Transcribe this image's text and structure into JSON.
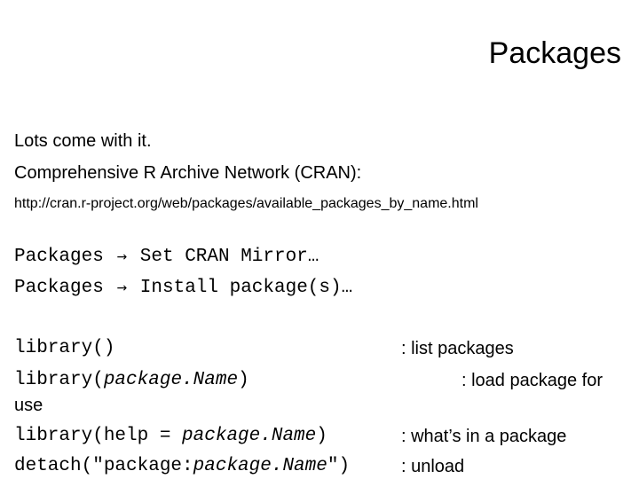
{
  "slide": {
    "title": "Packages",
    "lines": [
      "Lots come with it.",
      "Comprehensive R Archive Network (CRAN):"
    ],
    "url": "http://cran.r-project.org/web/packages/available_packages_by_name.html",
    "menu_items": [
      {
        "menu": "Packages",
        "arrow": "→",
        "item": "Set CRAN Mirror…"
      },
      {
        "menu": "Packages",
        "arrow": "→",
        "item": "Install package(s)…"
      }
    ],
    "commands": [
      {
        "code_pre": "library()",
        "code_italic": "",
        "code_post": "",
        "desc": ": list packages"
      },
      {
        "code_pre": "library(",
        "code_italic": "package.Name",
        "code_post": ")",
        "desc": ": load package for"
      },
      {
        "code_pre": "library(help = ",
        "code_italic": "package.Name",
        "code_post": ")",
        "desc": ": what’s in a package"
      },
      {
        "code_pre": "detach(\"package:",
        "code_italic": "package.Name",
        "code_post": "\")",
        "desc": ": unload"
      }
    ],
    "wrap_text": "use"
  }
}
